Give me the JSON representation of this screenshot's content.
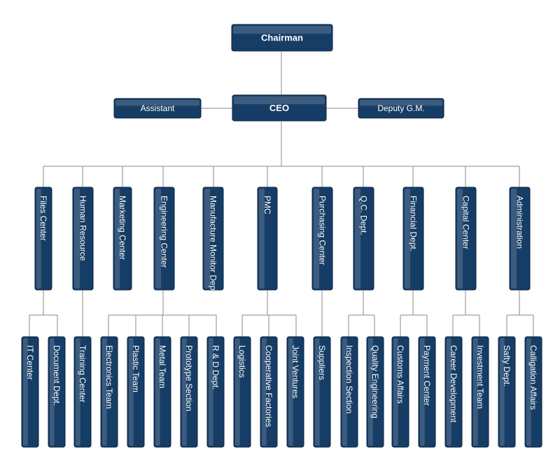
{
  "org": {
    "chairman": "Chairman",
    "ceo": "CEO",
    "assistant": "Assistant",
    "deputy": "Deputy G.M.",
    "departments": [
      "Files Center",
      "Human Resource",
      "Marketing Center",
      "Engineering Center",
      "Manufacture Monitor Dept.",
      "PMC",
      "Purchasing Center",
      "Q.C. Dept.",
      "Financial Dept.",
      "Capital Center",
      "Administration"
    ],
    "units": [
      "IT Center",
      "Document Dept.",
      "Training Center",
      "Electronics Team",
      "Plastic Team",
      "Metal Team",
      "Prototype Section",
      "R & D Dept.",
      "Logistics",
      "Cooperative Factories",
      "Joint Ventures",
      "Suppliers",
      "Inspection Section",
      "Quality Engineering",
      "Customs Affairs",
      "Payment Center",
      "Career Development",
      "Investment Team",
      "Safty Dept.",
      "Calligation Affairs"
    ]
  },
  "colors": {
    "box": "#163d66",
    "line": "#8a8a8a",
    "text": "#ffffff"
  }
}
